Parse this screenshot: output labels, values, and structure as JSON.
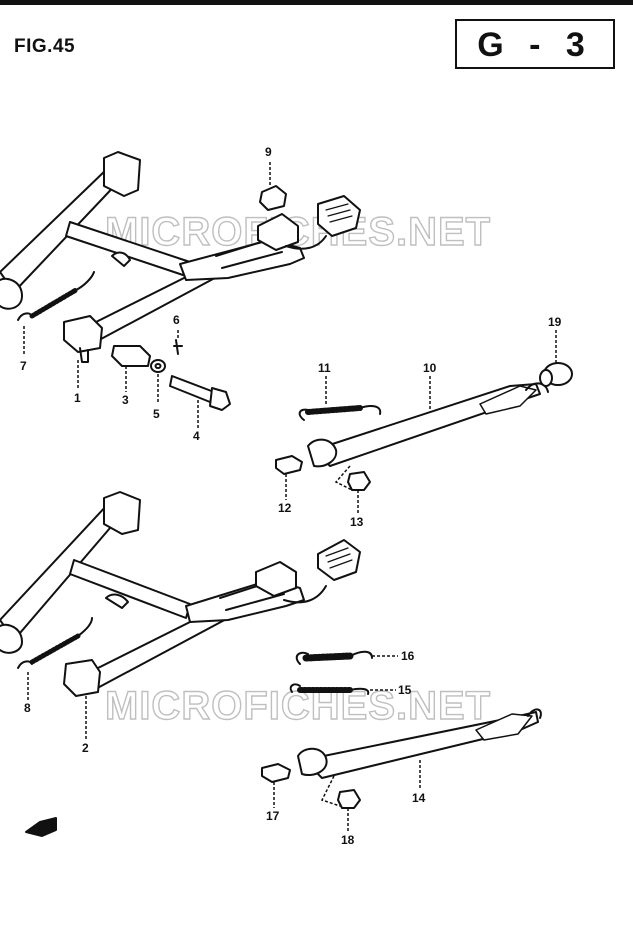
{
  "figure": {
    "label": "FIG.45",
    "code": "G - 3"
  },
  "watermarks": [
    "MICROFICHES.NET",
    "MICROFICHES.NET"
  ],
  "callouts": [
    "1",
    "2",
    "3",
    "4",
    "5",
    "6",
    "7",
    "8",
    "9",
    "10",
    "11",
    "12",
    "13",
    "14",
    "15",
    "16",
    "17",
    "18",
    "19"
  ],
  "orientation_arrow": "front-arrow-icon"
}
